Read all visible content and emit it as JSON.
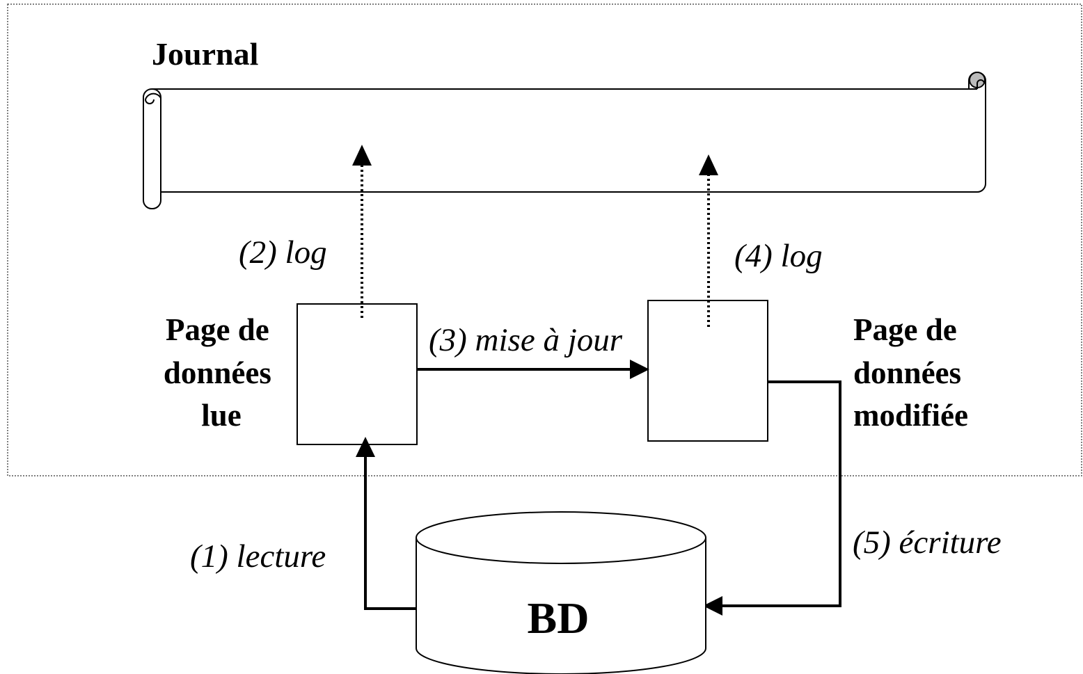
{
  "journal": {
    "title": "Journal"
  },
  "pages": {
    "read": {
      "lines": [
        "Page de",
        "données",
        "lue"
      ]
    },
    "modified": {
      "lines": [
        "Page de",
        "données",
        "modifiée"
      ]
    }
  },
  "steps": {
    "read_from_db": "(1) lecture",
    "log_read": "(2) log",
    "update": "(3) mise à jour",
    "log_update": "(4) log",
    "write_to_db": "(5) écriture"
  },
  "database": {
    "label": "BD"
  },
  "colors": {
    "stroke": "#000000",
    "frame": "#555555",
    "scroll_curl": "#bbbbbb"
  }
}
